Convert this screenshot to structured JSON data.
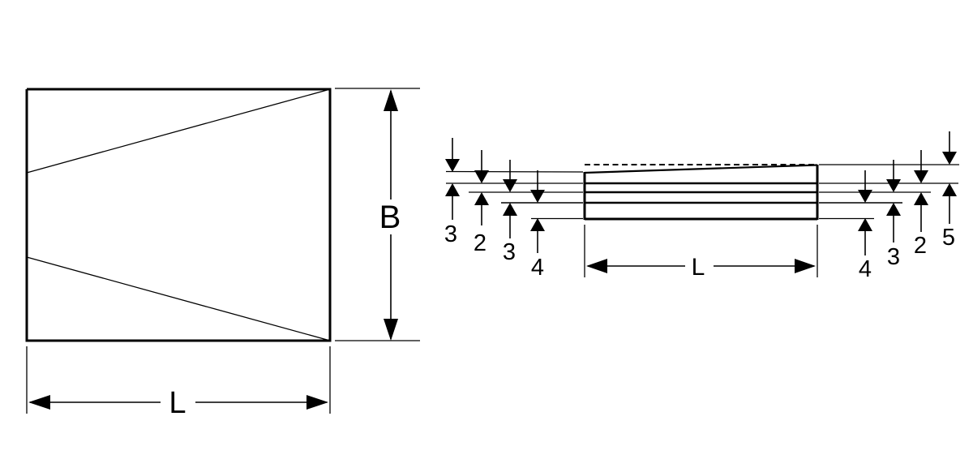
{
  "colors": {
    "ink": "#000000",
    "paper": "#ffffff"
  },
  "plan_view": {
    "length_label": "L",
    "width_label": "B"
  },
  "side_view": {
    "length_label": "L",
    "left_dims": [
      "3",
      "2",
      "3",
      "4"
    ],
    "right_dims": [
      "4",
      "3",
      "2",
      "5"
    ]
  }
}
